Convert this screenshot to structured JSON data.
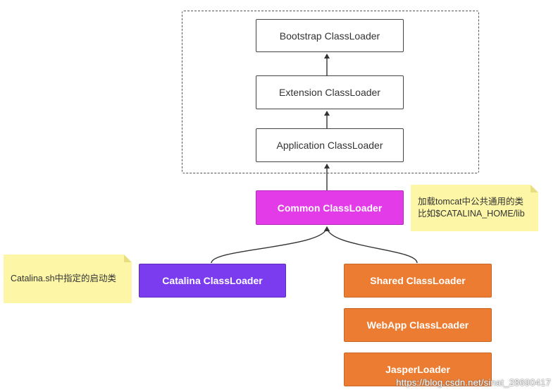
{
  "nodes": {
    "bootstrap": "Bootstrap ClassLoader",
    "extension": "Extension ClassLoader",
    "application": "Application ClassLoader",
    "common": "Common ClassLoader",
    "catalina": "Catalina ClassLoader",
    "shared": "Shared ClassLoader",
    "webapp": "WebApp ClassLoader",
    "jasper": "JasperLoader"
  },
  "notes": {
    "common_line1": "加载tomcat中公共通用的类",
    "common_line2": "比如$CATALINA_HOME/lib",
    "catalina_note": "Catalina.sh中指定的启动类"
  },
  "watermark": "https://blog.csdn.net/sinat_28690417",
  "colors": {
    "common": "#e43be8",
    "catalina": "#7b3cf0",
    "shared_webapp_jasper": "#ec7c31",
    "note_bg": "#fcf6a6"
  }
}
